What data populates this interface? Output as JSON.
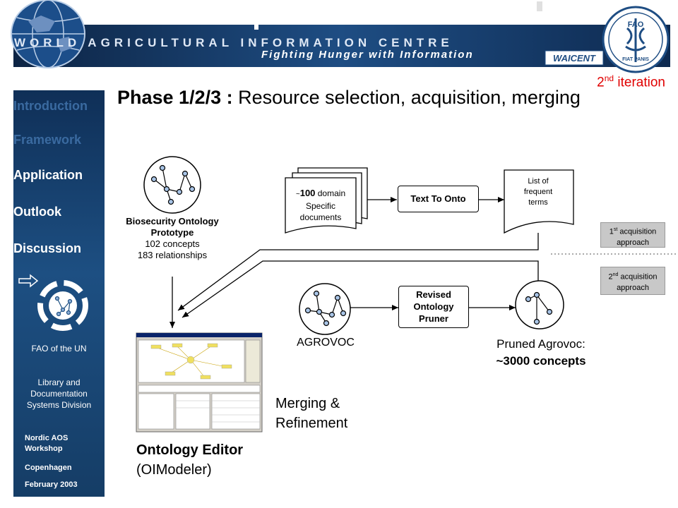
{
  "header": {
    "banner_line1": "WORLD AGRICULTURAL INFORMATION CENTRE",
    "banner_line2": "Fighting Hunger with Information",
    "waicent_logo": "WAICENT",
    "fao_logo_text": "FAO",
    "fao_motto": "FIAT PANIS"
  },
  "iteration": {
    "number": "2",
    "suffix": "nd",
    "word": "iteration"
  },
  "title": {
    "phase": "Phase 1/2/3 :",
    "rest": "Resource selection, acquisition, merging"
  },
  "sidebar": {
    "nav": [
      {
        "label": "Introduction",
        "active": false
      },
      {
        "label": "Framework",
        "active": false
      },
      {
        "label": "Application",
        "active": true
      },
      {
        "label": "Outlook",
        "active": true
      },
      {
        "label": "Discussion",
        "active": true
      }
    ],
    "org": "FAO of the UN",
    "division": "Library and Documentation Systems Division",
    "event1": "Nordic AOS Workshop",
    "event2": "Copenhagen",
    "event3": "February 2003"
  },
  "diagram": {
    "biosecurity": {
      "title1": "Biosecurity Ontology",
      "title2": "Prototype",
      "concepts": "102 concepts",
      "relationships": "183 relationships"
    },
    "docs": {
      "prefix": "~",
      "count": "100",
      "line1": " domain",
      "line2": "Specific",
      "line3": "documents"
    },
    "text_to_onto": "Text To Onto",
    "terms": {
      "line1": "List of",
      "line2": "frequent",
      "line3": "terms"
    },
    "approach1": {
      "num": "1",
      "sup": "st",
      "line1": " acquisition",
      "line2": "approach"
    },
    "approach2": {
      "num": "2",
      "sup": "nd",
      "line1": " acquisition",
      "line2": "approach"
    },
    "pruner": {
      "line1": "Revised",
      "line2": "Ontology",
      "line3": "Pruner"
    },
    "agrovoc": "AGROVOC",
    "pruned": {
      "line1": "Pruned Agrovoc:",
      "line2": "~3000 concepts"
    },
    "merging": {
      "line1": "Merging &",
      "line2": "Refinement"
    },
    "editor": {
      "title": "Ontology Editor",
      "subtitle": "(OIModeler)"
    }
  },
  "colors": {
    "sidebar": "#1d4f82",
    "iteration": "#e00000",
    "gray_box": "#c8c8c8"
  }
}
